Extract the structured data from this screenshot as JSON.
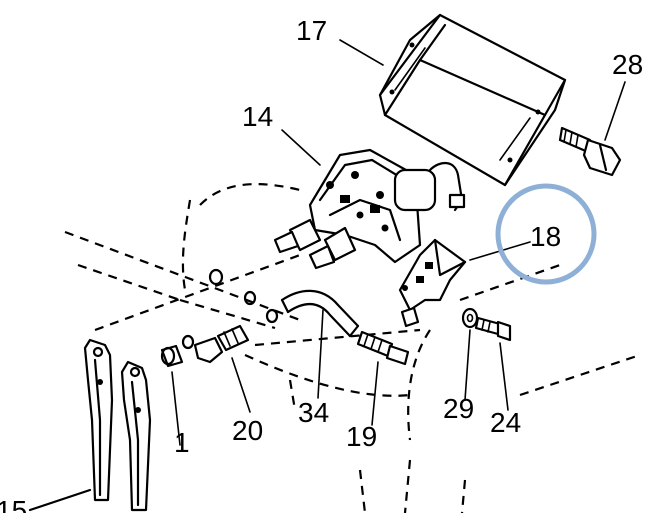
{
  "labels": {
    "p17": "17",
    "p28": "28",
    "p14": "14",
    "p18": "18",
    "p1": "1",
    "p20": "20",
    "p34": "34",
    "p19": "19",
    "p29": "29",
    "p24": "24",
    "p15": "15"
  },
  "highlight_color": "#8fb0d6"
}
